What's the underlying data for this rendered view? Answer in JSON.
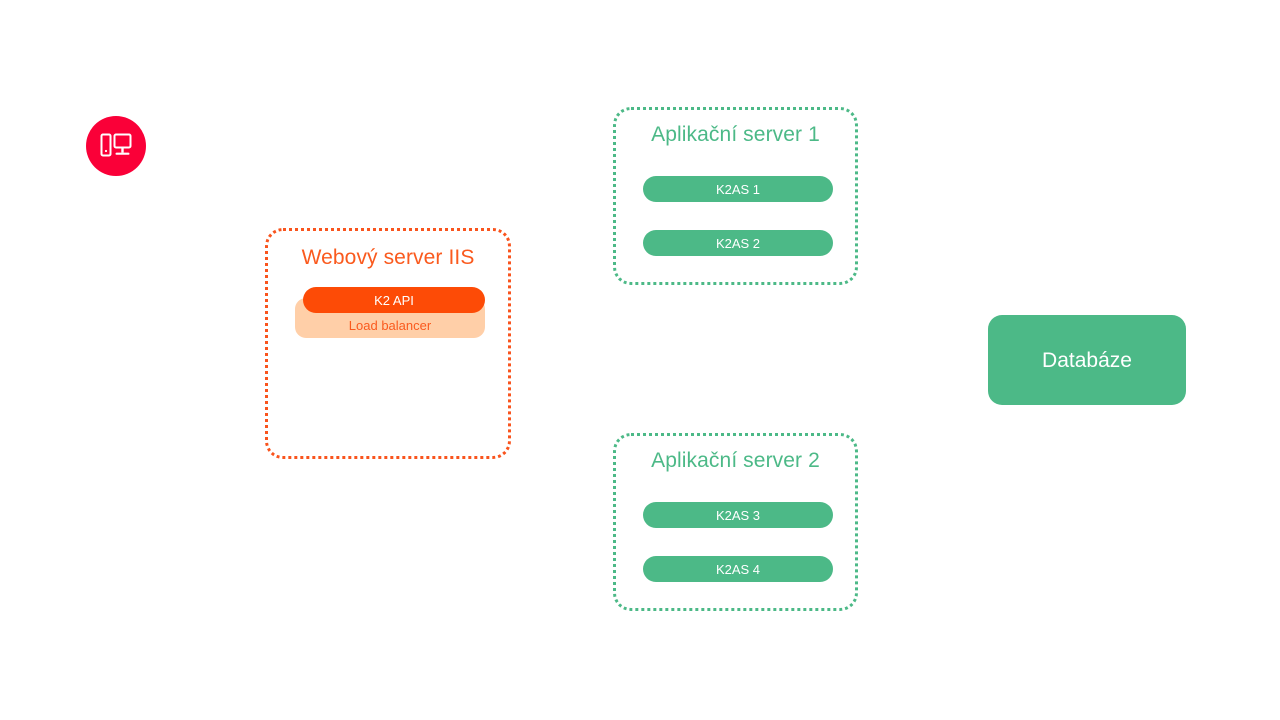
{
  "diagram": {
    "client": {
      "icon": "desktop-monitor-icon",
      "color": "#fa0038"
    },
    "web_server": {
      "title": "Webový server IIS",
      "border_color": "#f9541d",
      "title_color": "#fa5a1e",
      "api": {
        "label": "K2 API",
        "color": "#fd4b06"
      },
      "load_balancer": {
        "label": "Load balancer",
        "color": "#ffcfa8"
      }
    },
    "app_servers": [
      {
        "title": "Aplikační server 1",
        "border_color": "#4cb987",
        "title_color": "#4cb987",
        "instances": [
          {
            "label": "K2AS 1"
          },
          {
            "label": "K2AS 2"
          }
        ]
      },
      {
        "title": "Aplikační server 2",
        "border_color": "#4cb987",
        "title_color": "#4cb987",
        "instances": [
          {
            "label": "K2AS 3"
          },
          {
            "label": "K2AS 4"
          }
        ]
      }
    ],
    "database": {
      "label": "Databáze",
      "color": "#4cb987"
    }
  }
}
